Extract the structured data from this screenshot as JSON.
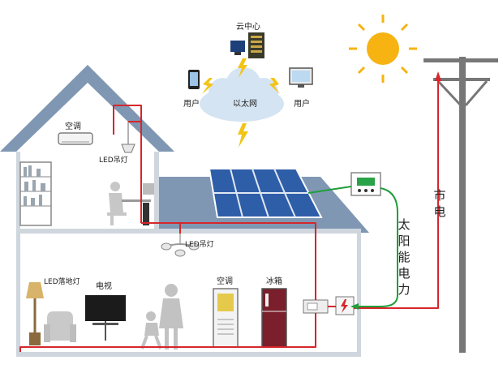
{
  "labels": {
    "cloud_center": "云中心",
    "user_left": "用户",
    "user_right": "用户",
    "ethernet": "以太网",
    "ac_upstairs": "空调",
    "led_chandelier_upstairs": "LED吊灯",
    "led_chandelier_downstairs": "LED吊灯",
    "led_floor_lamp": "LED落地灯",
    "tv": "电视",
    "ac_downstairs": "空调",
    "fridge": "冰箱",
    "solar_power_chars": [
      "太",
      "阳",
      "能",
      "电",
      "力"
    ],
    "grid_power_chars": [
      "市",
      "电"
    ]
  },
  "colors": {
    "house_blue": "#7f97b3",
    "roof_dark": "#5f7d9e",
    "wall_gray": "#cfd6de",
    "power_red": "#d6262b",
    "solar_green": "#1f9e3a",
    "sun_yellow": "#f6b312",
    "cloud_blue": "#d5e4f3",
    "lightning_yellow": "#f2c417",
    "panel_blue": "#2f5ea8"
  }
}
